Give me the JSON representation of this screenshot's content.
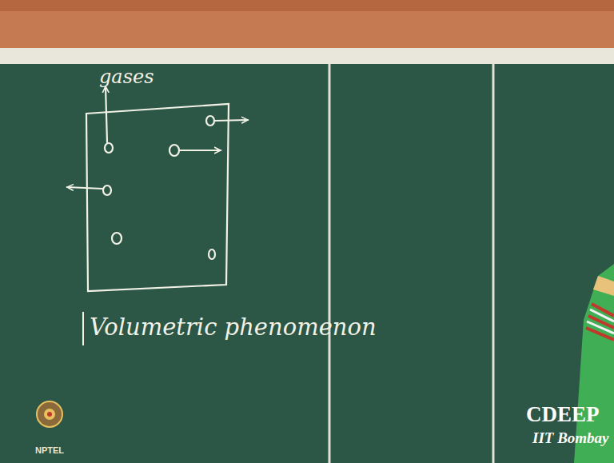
{
  "diagram": {
    "labels": [
      "gases",
      "Volumetric phenomenon",
      "CDEEP",
      "IIT Bombay",
      "NPTEL"
    ]
  }
}
